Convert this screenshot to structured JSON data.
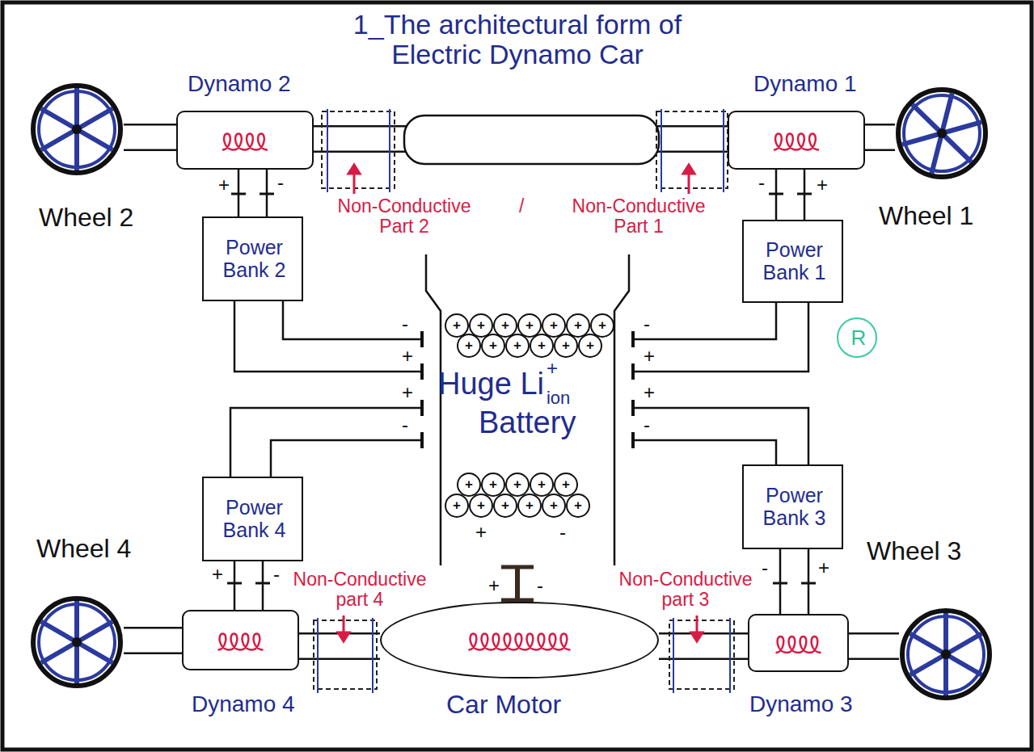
{
  "diagram": {
    "title": "1_The architectural form of Electric Dynamo Car",
    "nodes": [
      {
        "text": [
          "Dynamo 2"
        ]
      },
      {
        "text": [
          "Dynamo 1"
        ]
      },
      {
        "text": [
          "Wheel 2"
        ]
      },
      {
        "text": [
          "Wheel 1"
        ]
      },
      {
        "text": [
          "Power Bank 2"
        ]
      },
      {
        "text": [
          "Power Bank 1"
        ]
      },
      {
        "text": [
          "Huge Li",
          "+",
          "ion",
          "Battery"
        ]
      },
      {
        "text": [
          "R"
        ]
      },
      {
        "text": [
          "Power Bank 4"
        ]
      },
      {
        "text": [
          "Power Bank 3"
        ]
      },
      {
        "text": [
          "Wheel 4"
        ]
      },
      {
        "text": [
          "Dynamo 4"
        ]
      },
      {
        "text": [
          "Car Motor"
        ]
      },
      {
        "text": [
          "Dynamo 3"
        ]
      },
      {
        "text": [
          "Wheel 3"
        ]
      }
    ],
    "edges": [
      {
        "from": 2,
        "to": 0,
        "arrow": "none"
      },
      {
        "from": 0,
        "to": 1,
        "arrow": "none"
      },
      {
        "from": 1,
        "to": 3,
        "arrow": "none"
      },
      {
        "from": 0,
        "to": 4,
        "arrow": "none"
      },
      {
        "from": 0,
        "to": 4,
        "arrow": "none"
      },
      {
        "from": 1,
        "to": 5,
        "arrow": "none"
      },
      {
        "from": 1,
        "to": 5,
        "arrow": "none"
      },
      {
        "from": 4,
        "to": 6,
        "arrow": "none"
      },
      {
        "from": 4,
        "to": 6,
        "arrow": "none"
      },
      {
        "from": 5,
        "to": 6,
        "arrow": "none"
      },
      {
        "from": 5,
        "to": 6,
        "arrow": "none"
      },
      {
        "from": 8,
        "to": 6,
        "arrow": "none"
      },
      {
        "from": 8,
        "to": 6,
        "arrow": "none"
      },
      {
        "from": 9,
        "to": 6,
        "arrow": "none"
      },
      {
        "from": 9,
        "to": 6,
        "arrow": "none"
      },
      {
        "from": 8,
        "to": 11,
        "arrow": "none"
      },
      {
        "from": 8,
        "to": 11,
        "arrow": "none"
      },
      {
        "from": 9,
        "to": 13,
        "arrow": "none"
      },
      {
        "from": 9,
        "to": 13,
        "arrow": "none"
      },
      {
        "from": 6,
        "to": 12,
        "arrow": "none"
      },
      {
        "from": 10,
        "to": 11,
        "arrow": "none"
      },
      {
        "from": 11,
        "to": 12,
        "arrow": "none"
      },
      {
        "from": 12,
        "to": 13,
        "arrow": "none"
      },
      {
        "from": 13,
        "to": 14,
        "arrow": "none"
      }
    ],
    "labels": [
      "Non-Conductive Part 2",
      "/",
      "Non-Conductive Part 1",
      "Non-Conductive part 4",
      "Non-Conductive part 3",
      "+",
      "-",
      "-",
      "+",
      "-",
      "+",
      "+",
      "-",
      "-",
      "+",
      "+",
      "-",
      "+",
      "-",
      "-",
      "+",
      "+",
      "-",
      "+",
      "-",
      "+",
      "+",
      "+",
      "+",
      "+",
      "+",
      "+",
      "+",
      "+",
      "+",
      "+",
      "+",
      "+",
      "+",
      "+",
      "+",
      "+",
      "+",
      "+",
      "+",
      "+",
      "+",
      "+",
      "+"
    ]
  }
}
